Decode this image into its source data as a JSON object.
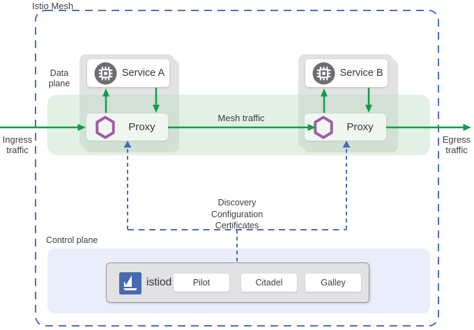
{
  "title": "Istio Mesh",
  "labels": {
    "data_plane": "Data plane",
    "control_plane": "Control plane",
    "mesh_traffic": "Mesh traffic",
    "ingress_traffic": "Ingress traffic",
    "egress_traffic": "Egress traffic"
  },
  "workloads": [
    {
      "service": "Service A",
      "proxy": "Proxy"
    },
    {
      "service": "Service B",
      "proxy": "Proxy"
    }
  ],
  "control_links": [
    "Discovery",
    "Configuration",
    "Certificates"
  ],
  "istiod": {
    "name": "istiod",
    "components": [
      "Pilot",
      "Citadel",
      "Galley"
    ]
  },
  "icons": {
    "service": "microchip-icon",
    "proxy": "envoy-hexagon-icon",
    "istiod": "istio-sailboat-logo"
  },
  "colors": {
    "mesh_border_blue": "#4b6dc8",
    "traffic_green": "#0f9d4a",
    "control_line_blue": "#4a6db8",
    "proxy_purple": "#a35ba3",
    "istio_logo_blue": "#466bb0",
    "data_plane_band": "#e8f3ea",
    "workload_group_gray": "#e3e3e3",
    "control_plane_panel": "#e9eefa"
  }
}
